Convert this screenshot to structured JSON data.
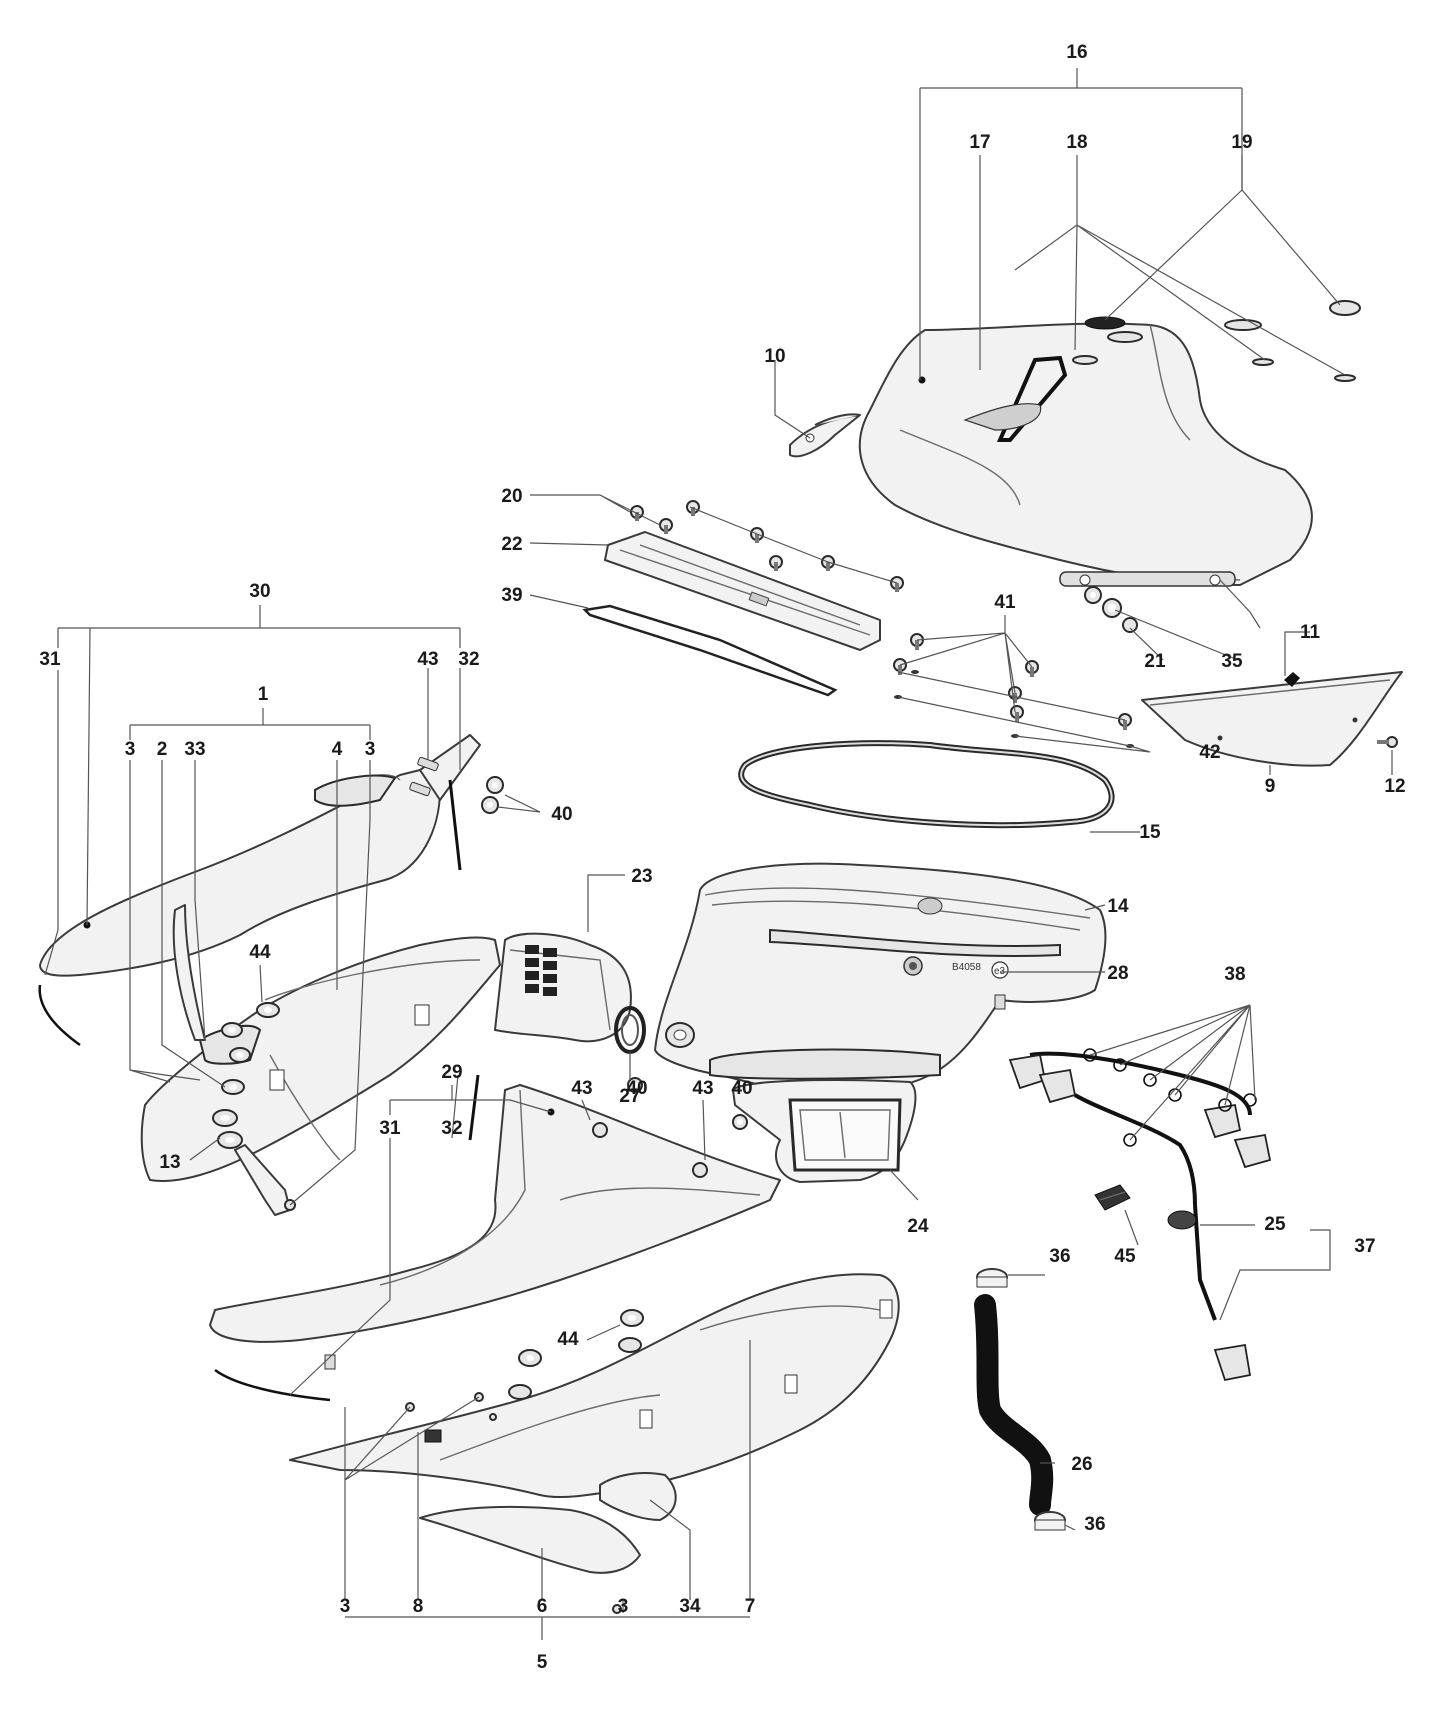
{
  "labels": {
    "l1": "1",
    "l2": "2",
    "l3a": "3",
    "l3b": "3",
    "l3c": "3",
    "l3d": "3",
    "l4": "4",
    "l5": "5",
    "l6": "6",
    "l7": "7",
    "l8": "8",
    "l9": "9",
    "l10": "10",
    "l11": "11",
    "l12": "12",
    "l13": "13",
    "l14": "14",
    "l15": "15",
    "l16": "16",
    "l17": "17",
    "l18": "18",
    "l19": "19",
    "l20": "20",
    "l21": "21",
    "l22": "22",
    "l23": "23",
    "l24": "24",
    "l25": "25",
    "l26": "26",
    "l27": "27",
    "l28": "28",
    "l29": "29",
    "l30": "30",
    "l31a": "31",
    "l31b": "31",
    "l32a": "32",
    "l32b": "32",
    "l33": "33",
    "l34": "34",
    "l35": "35",
    "l36a": "36",
    "l36b": "36",
    "l37": "37",
    "l38": "38",
    "l39": "39",
    "l40a": "40",
    "l40b": "40",
    "l40c": "40",
    "l41": "41",
    "l42": "42",
    "l43a": "43",
    "l43b": "43",
    "l43c": "43",
    "l44a": "44",
    "l44b": "44",
    "l45": "45"
  },
  "airbox_marking": "B4058",
  "airbox_approval": "e3"
}
